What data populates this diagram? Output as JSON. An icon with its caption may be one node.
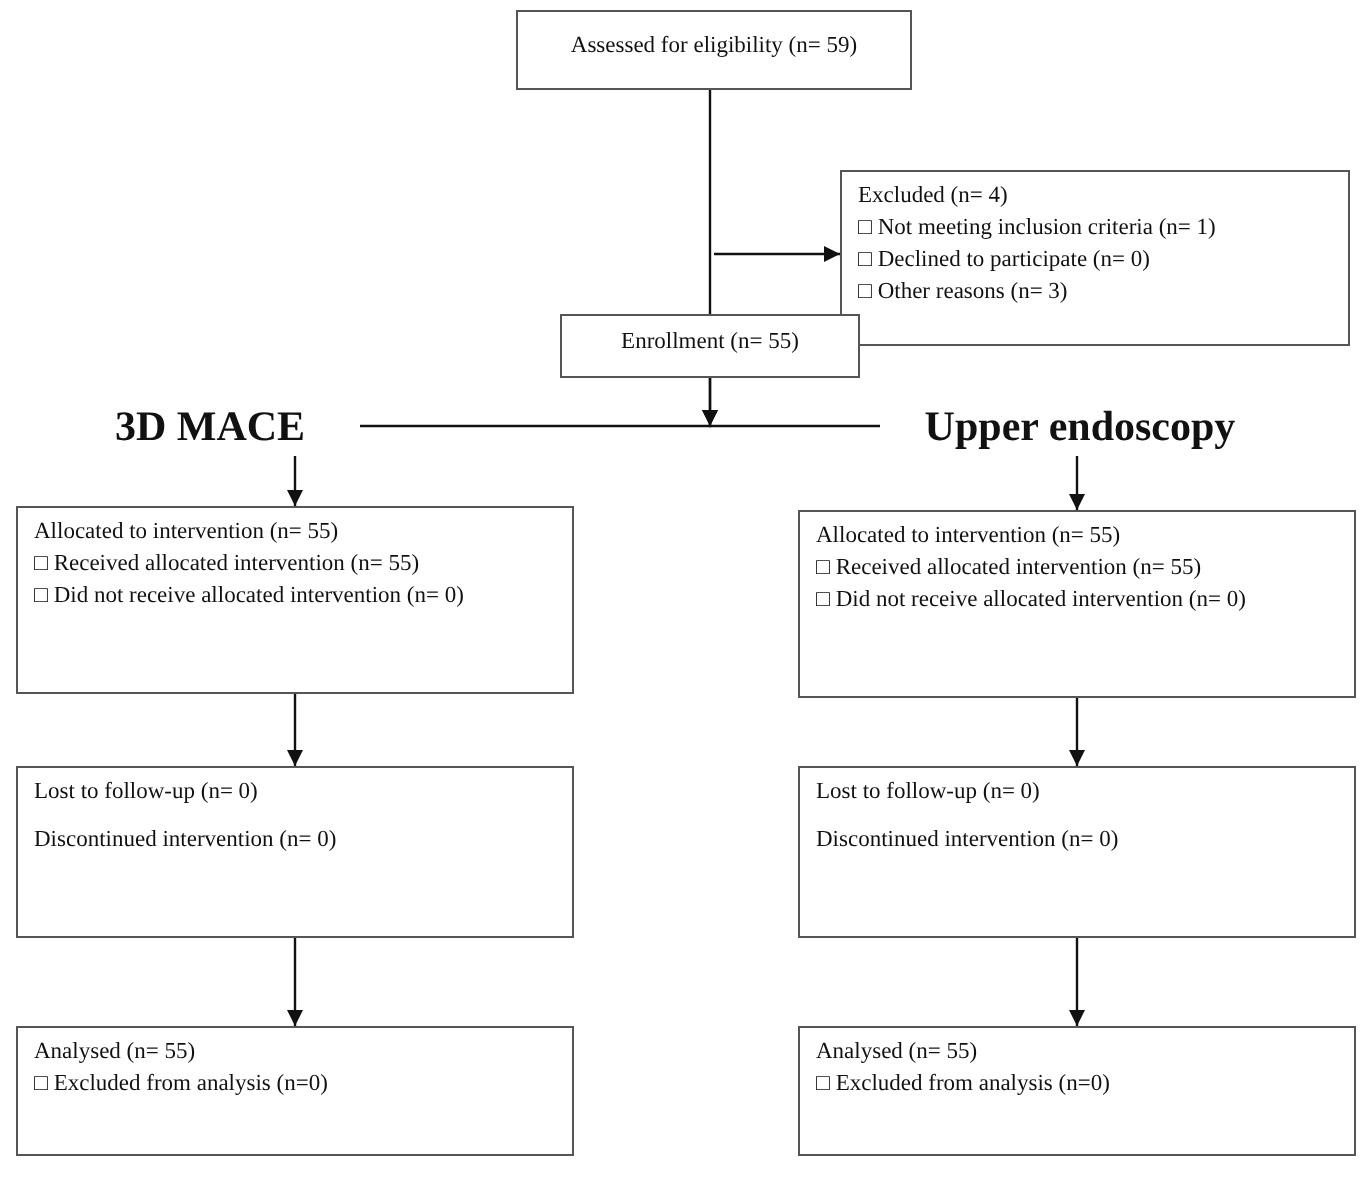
{
  "diagram": {
    "nodes": [
      {
        "text": [
          "Assessed for eligibility (n= 59)"
        ]
      },
      {
        "text": [
          "Excluded (n= 4)",
          "□ Not meeting inclusion criteria (n= 1)",
          "□ Declined to participate (n= 0)",
          "□ Other reasons (n= 3)"
        ]
      },
      {
        "text": [
          "Enrollment (n= 55)"
        ]
      },
      {
        "text": [
          "3D MACE"
        ]
      },
      {
        "text": [
          "Upper endoscopy"
        ]
      },
      {
        "text": [
          "Allocated to intervention (n= 55)",
          "□ Received allocated intervention (n= 55)",
          "□ Did not receive allocated intervention (n= 0)"
        ]
      },
      {
        "text": [
          "Allocated to intervention (n= 55)",
          "□ Received allocated intervention (n= 55)",
          "□ Did not receive allocated intervention (n= 0)"
        ]
      },
      {
        "text": [
          "Lost to follow-up (n= 0)",
          "Discontinued intervention (n= 0)"
        ]
      },
      {
        "text": [
          "Lost to follow-up (n= 0)",
          "Discontinued intervention (n= 0)"
        ]
      },
      {
        "text": [
          "Analysed (n= 55)",
          "□ Excluded from analysis (n=0)"
        ]
      },
      {
        "text": [
          "Analysed (n= 55)",
          "□ Excluded from analysis (n=0)"
        ]
      }
    ],
    "edges": [
      {
        "from": 0,
        "to": 2,
        "arrow": "none"
      },
      {
        "from": null,
        "to": 1,
        "arrow": "to"
      },
      {
        "from": 2,
        "to": 3,
        "arrow": "to"
      },
      {
        "from": 2,
        "to": 4,
        "arrow": "to"
      },
      {
        "from": 3,
        "to": 5,
        "arrow": "to"
      },
      {
        "from": 4,
        "to": 6,
        "arrow": "to"
      },
      {
        "from": 5,
        "to": 7,
        "arrow": "to"
      },
      {
        "from": 6,
        "to": 8,
        "arrow": "to"
      },
      {
        "from": 7,
        "to": 9,
        "arrow": "to"
      },
      {
        "from": 8,
        "to": 10,
        "arrow": "to"
      }
    ]
  }
}
